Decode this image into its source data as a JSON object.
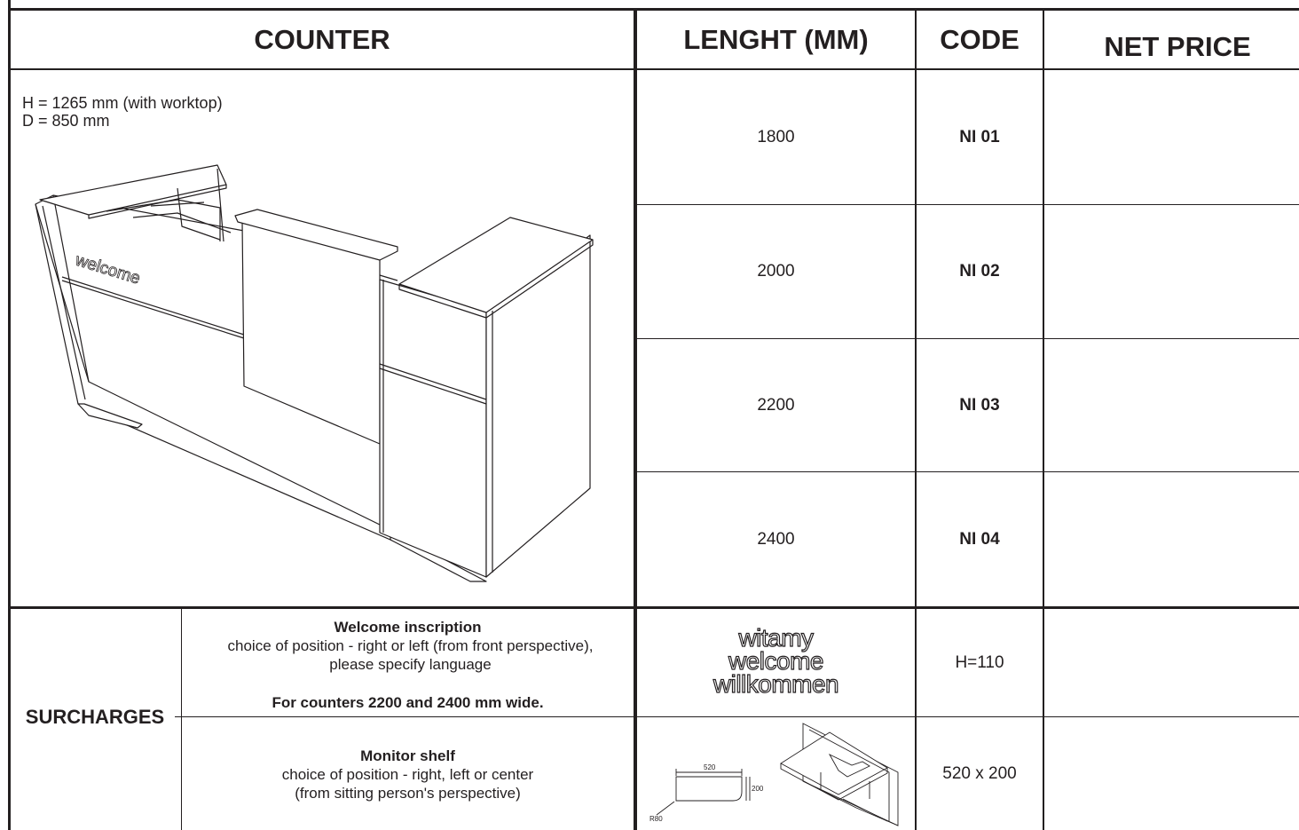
{
  "header": {
    "counter": "COUNTER",
    "length": "LENGHT (MM)",
    "code": "CODE",
    "net_price": "NET PRICE"
  },
  "specs": {
    "height": "H = 1265 mm (with worktop)",
    "depth": "D = 850 mm"
  },
  "rows": [
    {
      "length": "1800",
      "code": "NI 01",
      "price": ""
    },
    {
      "length": "2000",
      "code": "NI 02",
      "price": ""
    },
    {
      "length": "2200",
      "code": "NI 03",
      "price": ""
    },
    {
      "length": "2400",
      "code": "NI 04",
      "price": ""
    }
  ],
  "counter_image": {
    "icon": "reception-counter-drawing",
    "inscription": "welcome"
  },
  "surcharges": {
    "label": "SURCHARGES",
    "items": [
      {
        "title": "Welcome inscription",
        "line1": "choice of position - right or left (from front perspective),",
        "line2": "please specify language",
        "note": "For counters 2200 and 2400 mm wide.",
        "image_words": [
          "witamy",
          "welcome",
          "willkommen"
        ],
        "code": "H=110",
        "price": ""
      },
      {
        "title": "Monitor shelf",
        "line1": "choice of position - right, left or center",
        "line2": "(from sitting person's perspective)",
        "image_icon": "monitor-shelf-drawing",
        "dim_width": "520",
        "dim_height": "200",
        "dim_radius": "R80",
        "code": "520 x 200",
        "price": ""
      }
    ]
  }
}
